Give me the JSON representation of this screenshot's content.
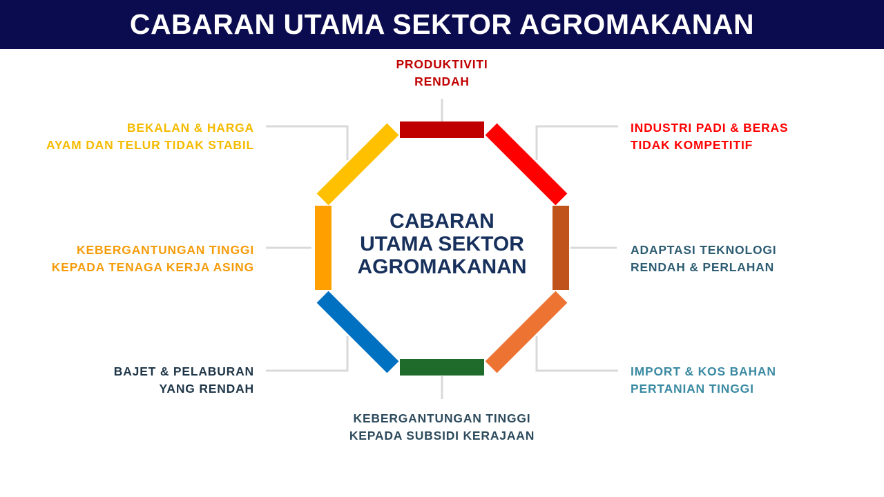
{
  "header": {
    "title": "CABARAN UTAMA SEKTOR AGROMAKANAN"
  },
  "center": {
    "lines": [
      "CABARAN",
      "UTAMA SEKTOR",
      "AGROMAKANAN"
    ]
  },
  "challenges": [
    {
      "lines": [
        "PRODUKTIVITI",
        "RENDAH"
      ],
      "color": "#c00000"
    },
    {
      "lines": [
        "INDUSTRI PADI & BERAS",
        "TIDAK KOMPETITIF"
      ],
      "color": "#ff0000"
    },
    {
      "lines": [
        "ADAPTASI TEKNOLOGI",
        "RENDAH & PERLAHAN"
      ],
      "color": "#2e5d73"
    },
    {
      "lines": [
        "IMPORT & KOS BAHAN",
        "PERTANIAN TINGGI"
      ],
      "color": "#3b8aa3"
    },
    {
      "lines": [
        "KEBERGANTUNGAN TINGGI",
        "KEPADA SUBSIDI KERAJAAN"
      ],
      "color": "#2c4a5c"
    },
    {
      "lines": [
        "BAJET & PELABURAN",
        "YANG RENDAH"
      ],
      "color": "#1f3648"
    },
    {
      "lines": [
        "KEBERGANTUNGAN TINGGI",
        "KEPADA TENAGA KERJA ASING"
      ],
      "color": "#f59c0a"
    },
    {
      "lines": [
        "BEKALAN & HARGA",
        "AYAM DAN TELUR TIDAK STABIL"
      ],
      "color": "#f5bb00"
    }
  ],
  "octagon_segments": [
    {
      "name": "top",
      "color": "#c00000"
    },
    {
      "name": "top-right",
      "color": "#ff0000"
    },
    {
      "name": "right",
      "color": "#c0531c"
    },
    {
      "name": "bottom-right",
      "color": "#ed7333"
    },
    {
      "name": "bottom",
      "color": "#1e6b2c"
    },
    {
      "name": "bottom-left",
      "color": "#0070c0"
    },
    {
      "name": "left",
      "color": "#ffa000"
    },
    {
      "name": "top-left",
      "color": "#ffc000"
    }
  ],
  "connector_color": "#d9d9d9"
}
